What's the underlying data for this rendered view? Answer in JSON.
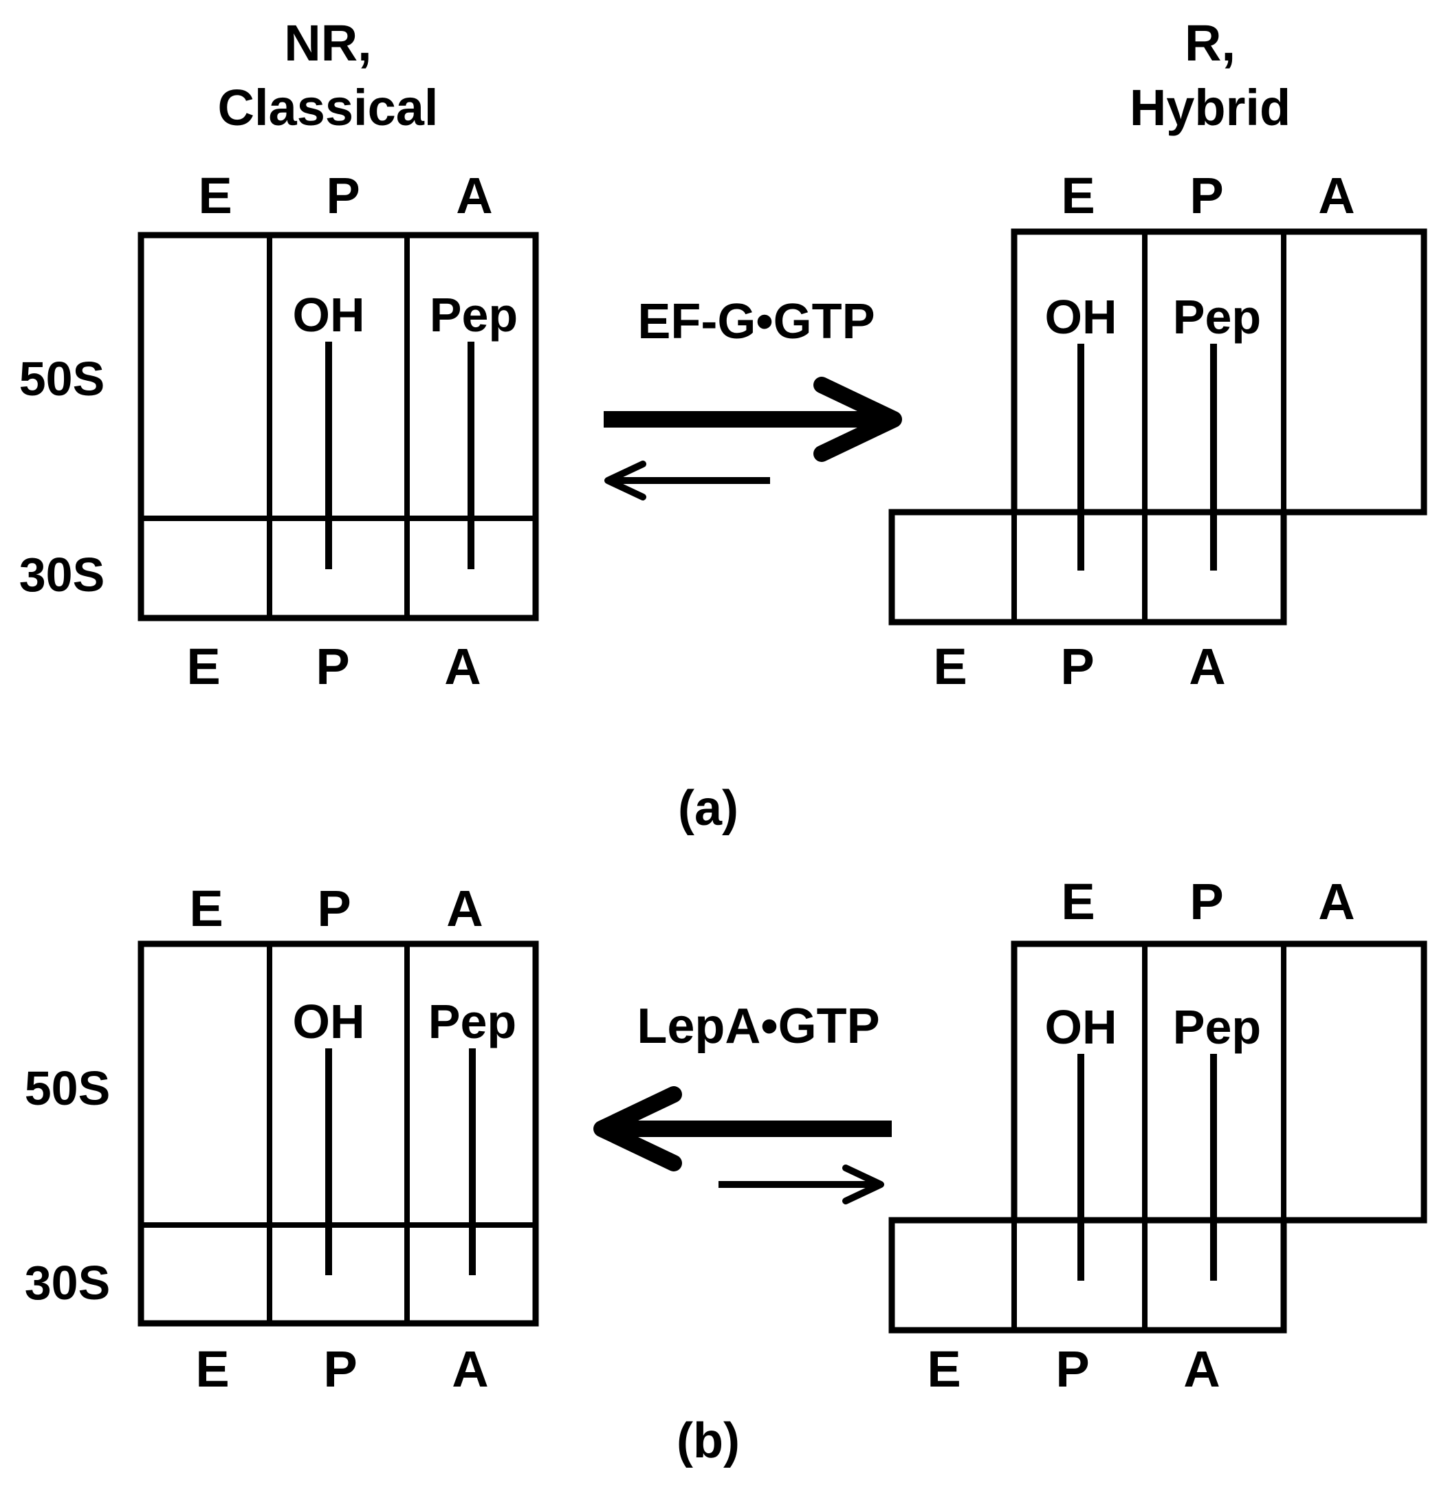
{
  "headers": {
    "left": [
      "NR,",
      "Classical"
    ],
    "right": [
      "R,",
      "Hybrid"
    ]
  },
  "site_labels": [
    "E",
    "P",
    "A"
  ],
  "subunits": {
    "large": "50S",
    "small": "30S"
  },
  "trna": {
    "p_site": "OH",
    "a_site": "Pep"
  },
  "panels": [
    {
      "id": "a",
      "label": "(a)",
      "factor": "EF-G•GTP",
      "favored_direction": "NR to R"
    },
    {
      "id": "b",
      "label": "(b)",
      "factor": "LepA•GTP",
      "favored_direction": "R to NR"
    }
  ],
  "colors": {
    "ink": "#000000",
    "background": "#ffffff"
  }
}
